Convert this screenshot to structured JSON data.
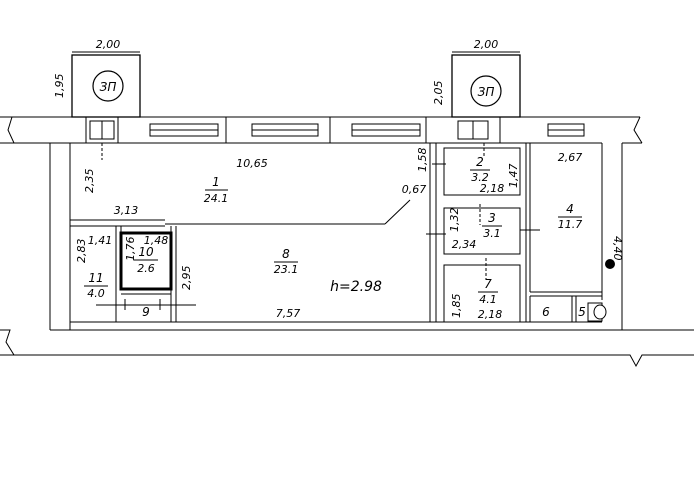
{
  "shafts": {
    "left": {
      "label": "ЗП",
      "width": "2,00",
      "height": "1,95"
    },
    "right": {
      "label": "ЗП",
      "width": "2,00",
      "height": "2,05"
    }
  },
  "height_note": "h=2.98",
  "rooms": [
    {
      "num": "1",
      "area": "24.1"
    },
    {
      "num": "2",
      "area": "3.2"
    },
    {
      "num": "3",
      "area": "3.1"
    },
    {
      "num": "4",
      "area": "11.7"
    },
    {
      "num": "5",
      "area": ""
    },
    {
      "num": "6",
      "area": ""
    },
    {
      "num": "7",
      "area": "4.1"
    },
    {
      "num": "8",
      "area": "23.1"
    },
    {
      "num": "9",
      "area": ""
    },
    {
      "num": "10",
      "area": "2.6"
    },
    {
      "num": "11",
      "area": "4.0"
    }
  ],
  "dimensions": {
    "room1_length": "10,65",
    "room1_depth": "2,35",
    "corridor_width": "3,13",
    "door_diag": "0,67",
    "room2_height_left": "1,58",
    "room2_height_right": "1,47",
    "room2_width": "2,18",
    "room3_height": "1,32",
    "room3_width": "2,34",
    "room4_width": "2,67",
    "room4_depth": "4,40",
    "room11_depth": "2,83",
    "room11_width": "1,41",
    "room10_depth": "1,76",
    "room10_width": "1,48",
    "room8_depth": "2,95",
    "room8_length": "7,57",
    "room7_height": "1,85",
    "room7_width": "2,18"
  }
}
